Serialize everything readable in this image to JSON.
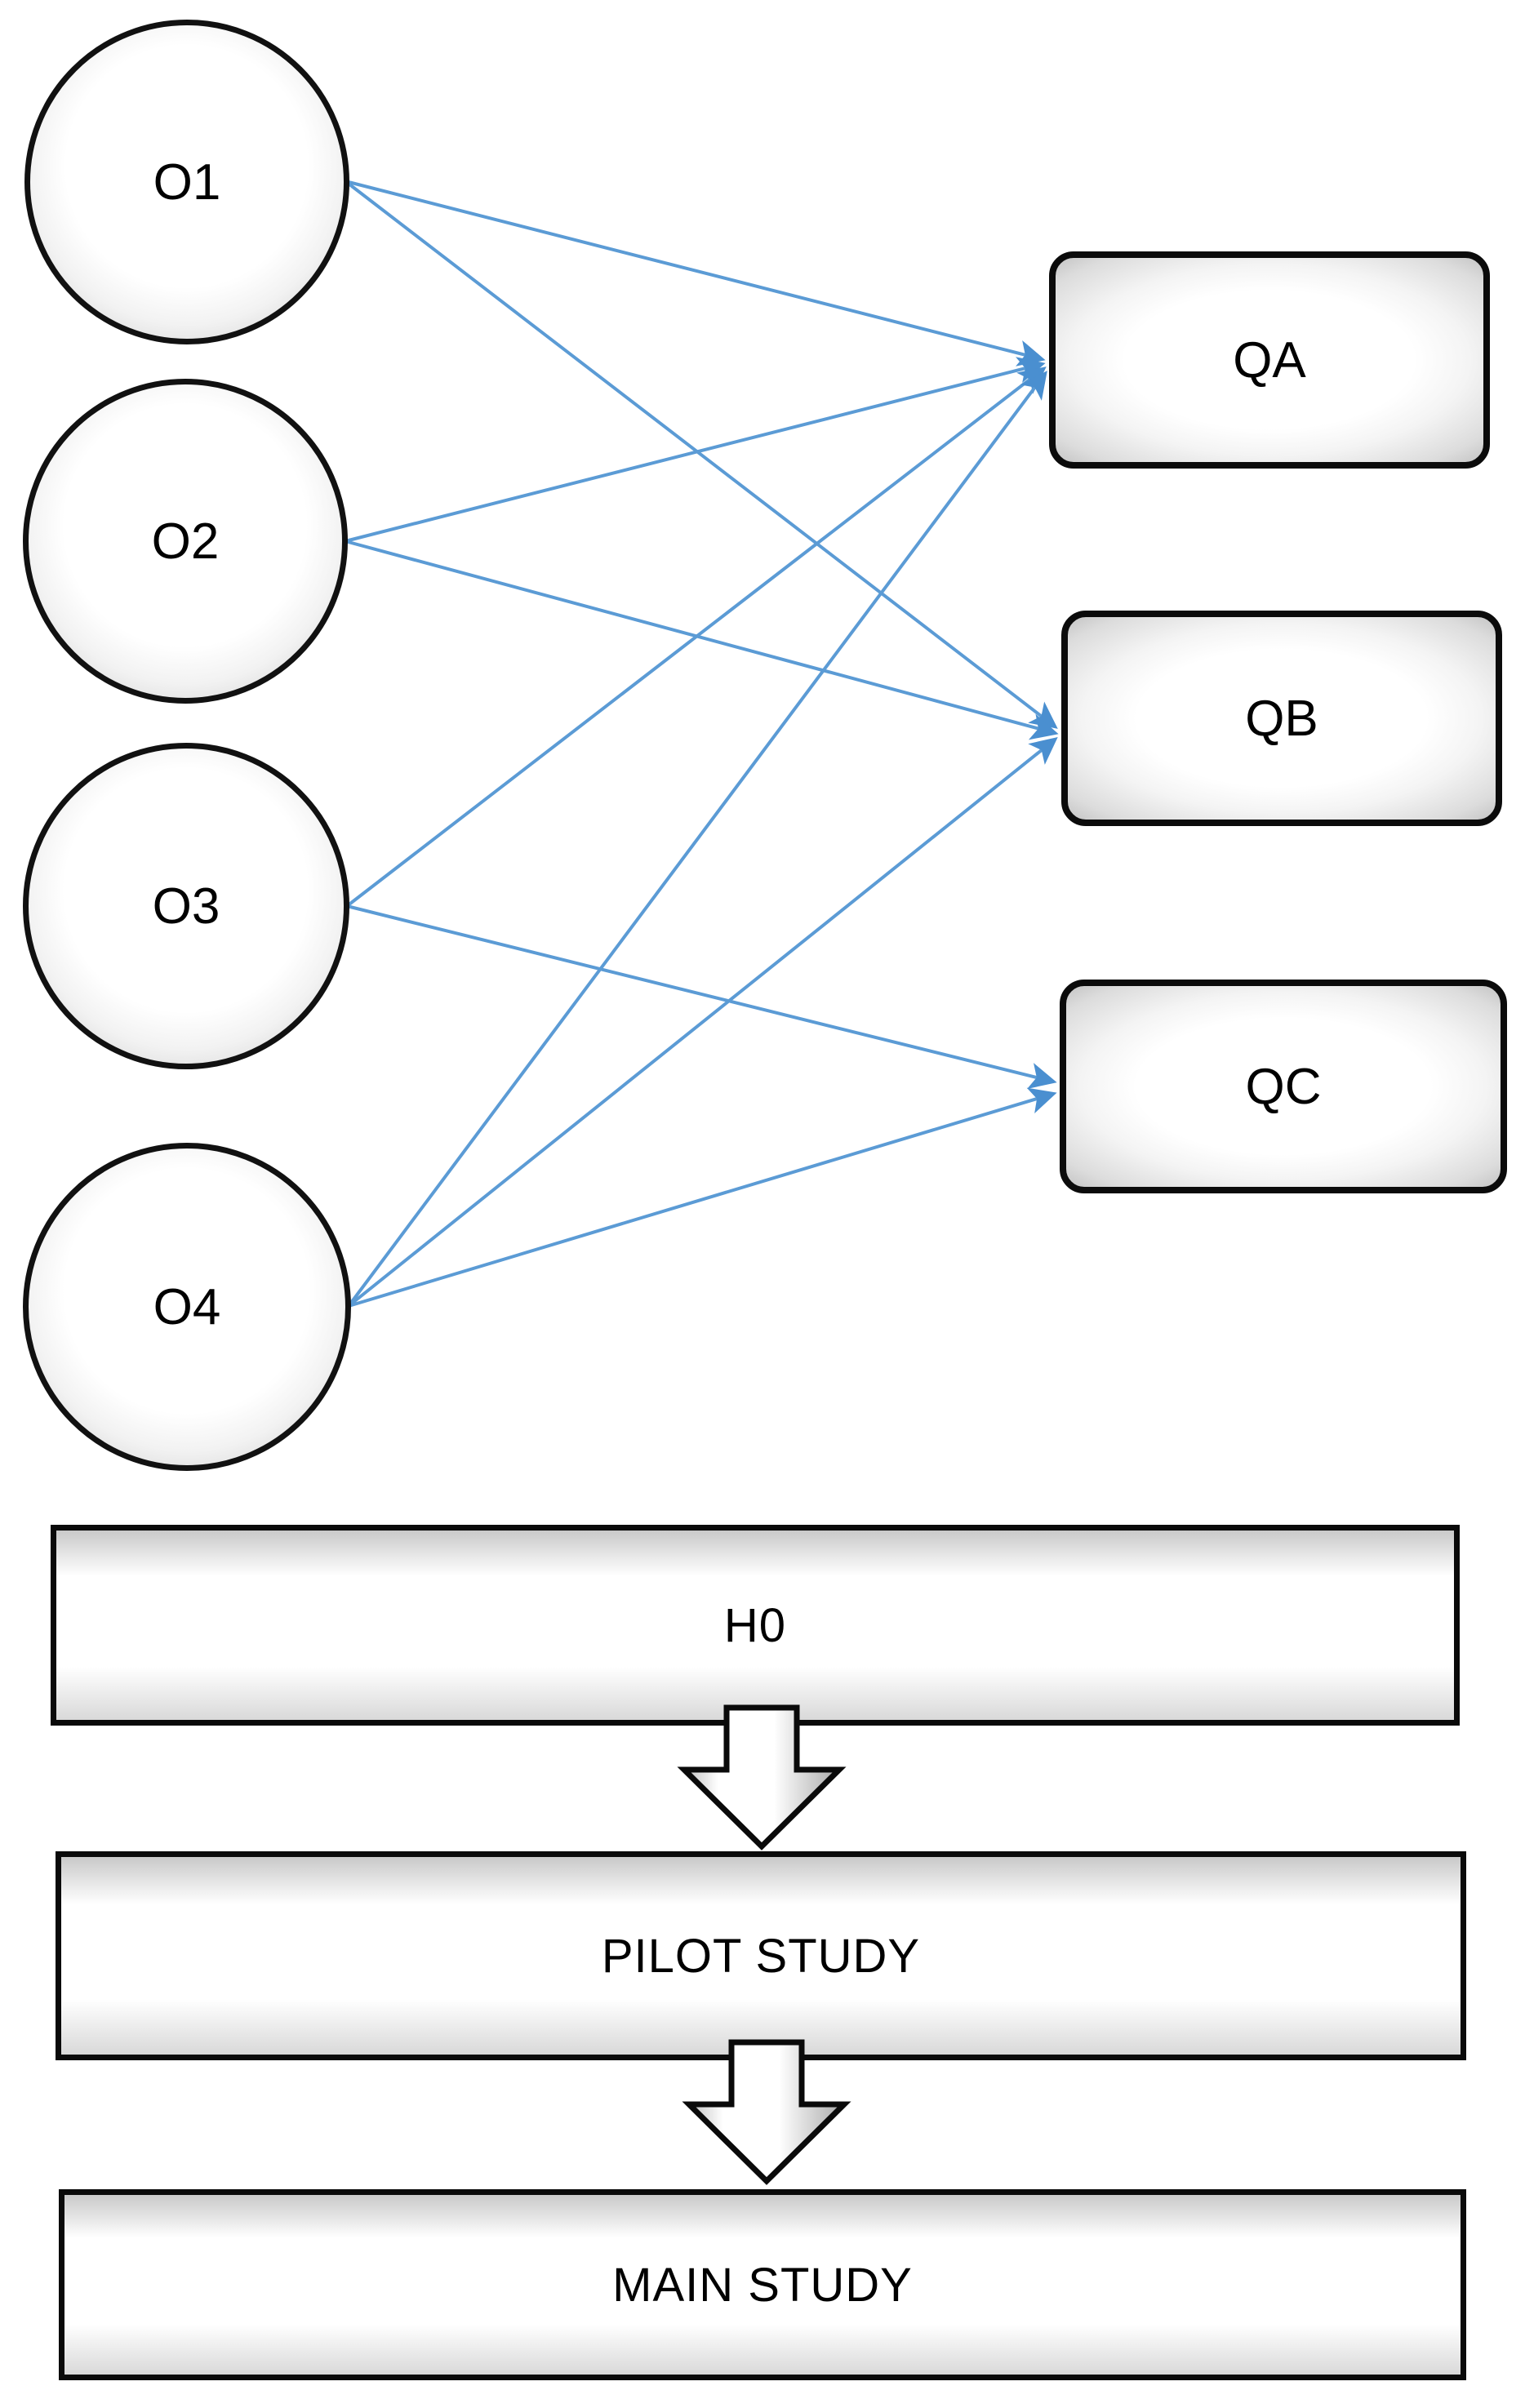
{
  "diagram": {
    "title_text": "",
    "accent_color": "#5b9bd5",
    "outline_color": "#0b0b0b",
    "sources": [
      {
        "id": "O1",
        "label": "O1"
      },
      {
        "id": "O2",
        "label": "O2"
      },
      {
        "id": "O3",
        "label": "O3"
      },
      {
        "id": "O4",
        "label": "O4"
      }
    ],
    "targets": [
      {
        "id": "QA",
        "label": "QA"
      },
      {
        "id": "QB",
        "label": "QB"
      },
      {
        "id": "QC",
        "label": "QC"
      }
    ],
    "edges": [
      {
        "from": "O1",
        "to": "QA"
      },
      {
        "from": "O1",
        "to": "QB"
      },
      {
        "from": "O2",
        "to": "QA"
      },
      {
        "from": "O2",
        "to": "QB"
      },
      {
        "from": "O3",
        "to": "QA"
      },
      {
        "from": "O3",
        "to": "QC"
      },
      {
        "from": "O4",
        "to": "QA"
      },
      {
        "from": "O4",
        "to": "QB"
      },
      {
        "from": "O4",
        "to": "QC"
      }
    ]
  },
  "flow": {
    "steps": [
      {
        "id": "H0",
        "label": "H0"
      },
      {
        "id": "PILOT",
        "label": "PILOT STUDY"
      },
      {
        "id": "MAIN",
        "label": "MAIN STUDY"
      }
    ],
    "connector_icon": "down-block-arrow"
  }
}
